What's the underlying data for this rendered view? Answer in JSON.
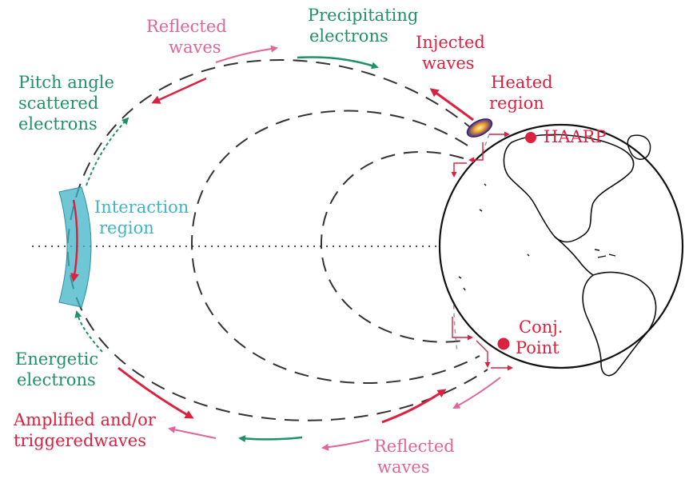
{
  "colors": {
    "green": "#21906a",
    "red": "#dc2140",
    "pink": "#e0659a",
    "cyan": "#3fb4c8",
    "dash": "#333333",
    "earth": "#111111"
  },
  "labels": {
    "reflected_top_1": "Reflected",
    "reflected_top_2": "waves",
    "precip_1": "Precipitating",
    "precip_2": "electrons",
    "injected_1": "Injected",
    "injected_2": "waves",
    "heated_1": "Heated",
    "heated_2": "region",
    "haarp": "HAARP",
    "pitch_1": "Pitch angle",
    "pitch_2": "scattered",
    "pitch_3": "electrons",
    "interaction_1": "Interaction",
    "interaction_2": "region",
    "energetic_1": "Energetic",
    "energetic_2": "electrons",
    "amplified_1": "Amplified and/or",
    "amplified_2": "triggeredwaves",
    "reflected_bottom_1": "Reflected",
    "reflected_bottom_2": "waves",
    "conj_1": "Conj.",
    "conj_2": "Point"
  },
  "icons": {
    "earth": "earth-globe-icon",
    "heated_region": "heated-region-icon",
    "haarp_site": "haarp-site-marker-icon",
    "conj_point": "conjugate-point-marker-icon"
  }
}
